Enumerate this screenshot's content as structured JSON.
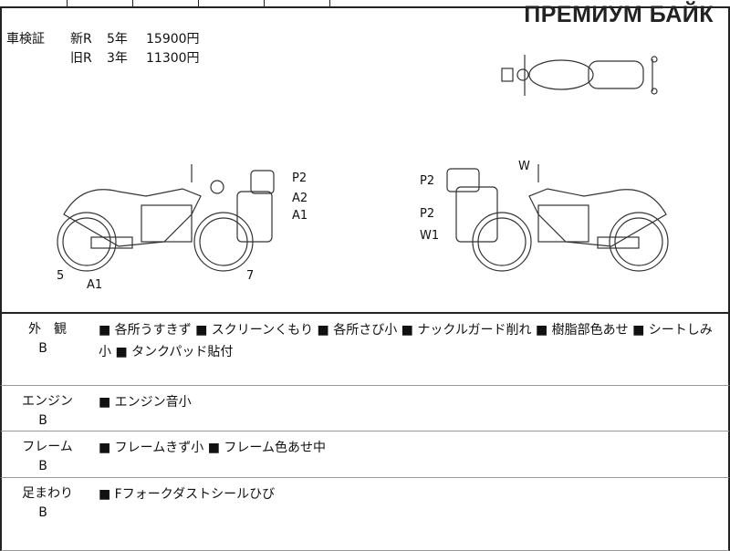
{
  "brand": "ПРЕМИУМ БАЙК",
  "inspection": {
    "label": "車検証",
    "new": {
      "type": "新R",
      "years": "5年",
      "price": "15900円"
    },
    "old": {
      "type": "旧R",
      "years": "3年",
      "price": "11300円"
    }
  },
  "diagram_left": {
    "labels": [
      "P2",
      "A2",
      "A1",
      "5",
      "A1",
      "7"
    ]
  },
  "diagram_right": {
    "labels": [
      "W",
      "P2",
      "P2",
      "W1"
    ]
  },
  "sections": [
    {
      "category": "外　観",
      "grade": "B",
      "notes": "■ 各所うすきず ■ スクリーンくもり ■ 各所さび小 ■ ナックルガード削れ ■ 樹脂部色あせ ■ シートしみ小 ■ タンクパッド貼付"
    },
    {
      "category": "エンジン",
      "grade": "B",
      "notes": "■ エンジン音小"
    },
    {
      "category": "フレーム",
      "grade": "B",
      "notes": "■ フレームきず小 ■ フレーム色あせ中"
    },
    {
      "category": "足まわり",
      "grade": "B",
      "notes": "■ Fフォークダストシールひび"
    }
  ]
}
